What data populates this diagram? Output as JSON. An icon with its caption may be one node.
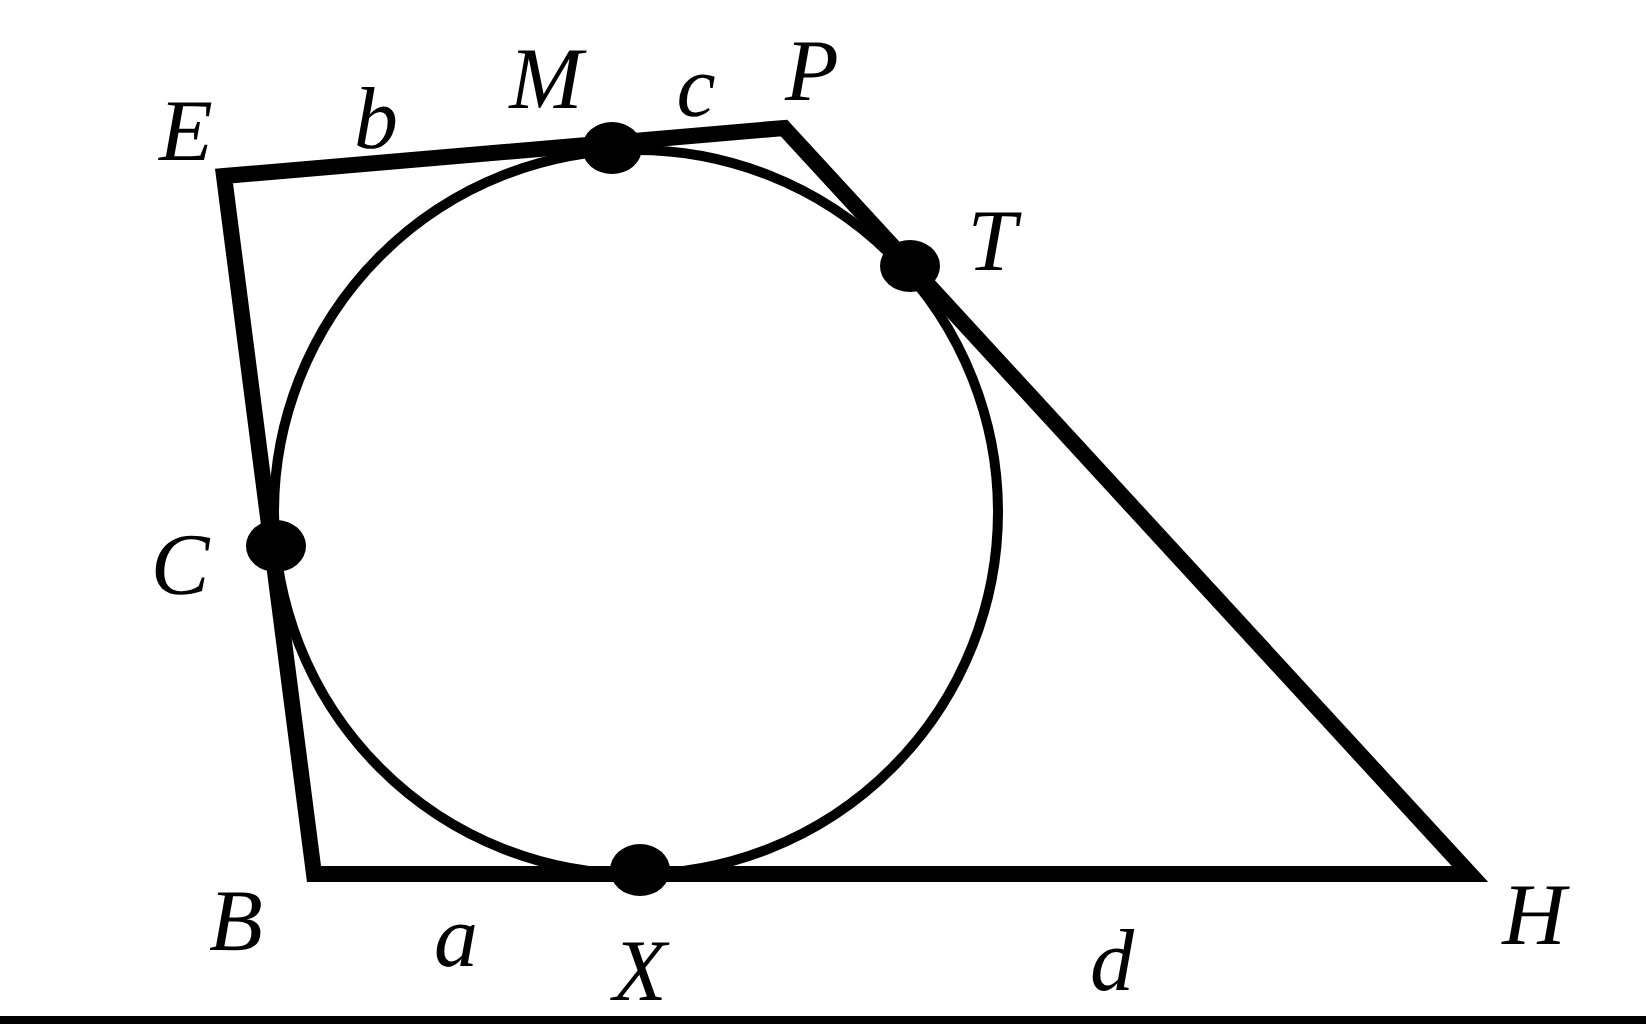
{
  "diagram": {
    "labels": [
      "E",
      "b",
      "M",
      "c",
      "P",
      "T",
      "C",
      "B",
      "a",
      "X",
      "d",
      "H"
    ]
  }
}
